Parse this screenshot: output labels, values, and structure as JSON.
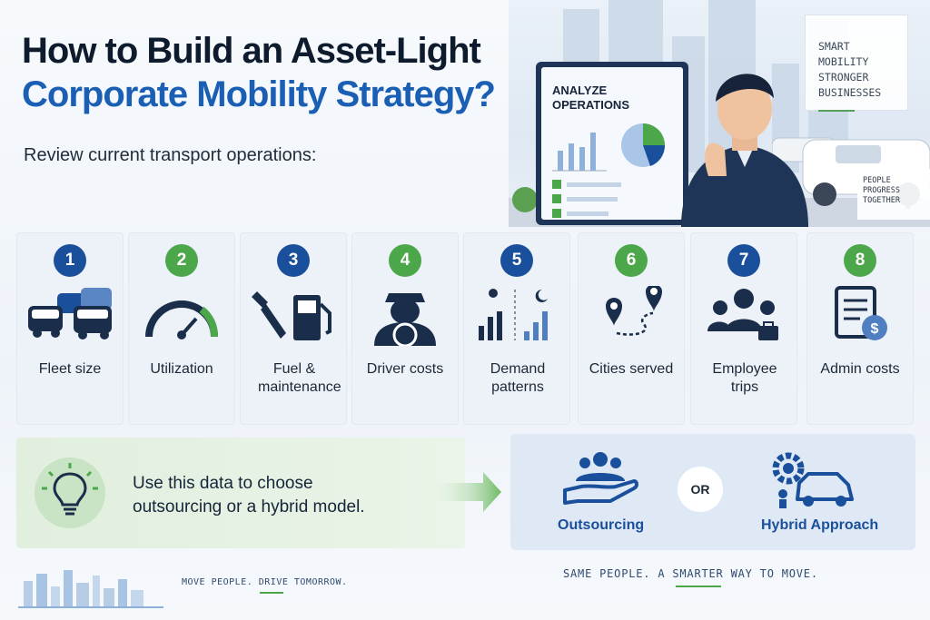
{
  "header": {
    "title_line1": "How to Build an Asset-Light",
    "title_line2": "Corporate Mobility Strategy?",
    "subtitle": "Review current transport operations:"
  },
  "hero": {
    "monitor_title": "ANALYZE OPERATIONS",
    "badge_lines": [
      "SMART",
      "MOBILITY",
      "STRONGER",
      "BUSINESSES"
    ],
    "people_lines": [
      "PEOPLE",
      "PROGRESS",
      "TOGETHER"
    ]
  },
  "steps": [
    {
      "num": "1",
      "label": "Fleet size",
      "icon": "cars-icon",
      "color": "blue"
    },
    {
      "num": "2",
      "label": "Utilization",
      "icon": "gauge-icon",
      "color": "green"
    },
    {
      "num": "3",
      "label": "Fuel & maintenance",
      "icon": "wrench-fuel-icon",
      "color": "blue"
    },
    {
      "num": "4",
      "label": "Driver costs",
      "icon": "driver-icon",
      "color": "green"
    },
    {
      "num": "5",
      "label": "Demand patterns",
      "icon": "day-night-chart-icon",
      "color": "blue"
    },
    {
      "num": "6",
      "label": "Cities served",
      "icon": "route-pins-icon",
      "color": "green"
    },
    {
      "num": "7",
      "label": "Employee trips",
      "icon": "team-briefcase-icon",
      "color": "blue"
    },
    {
      "num": "8",
      "label": "Admin costs",
      "icon": "document-dollar-icon",
      "color": "green"
    }
  ],
  "tip": {
    "line1": "Use this data to choose",
    "line2": "outsourcing or a hybrid model."
  },
  "options": {
    "outsourcing": "Outsourcing",
    "or": "OR",
    "hybrid": "Hybrid Approach"
  },
  "footer": {
    "left": "MOVE PEOPLE. DRIVE TOMORROW.",
    "right": "SAME PEOPLE. A SMARTER WAY TO MOVE."
  },
  "colors": {
    "brand_blue": "#1a4f9c",
    "brand_green": "#4ca64a",
    "title_dark": "#0e1b2c"
  }
}
